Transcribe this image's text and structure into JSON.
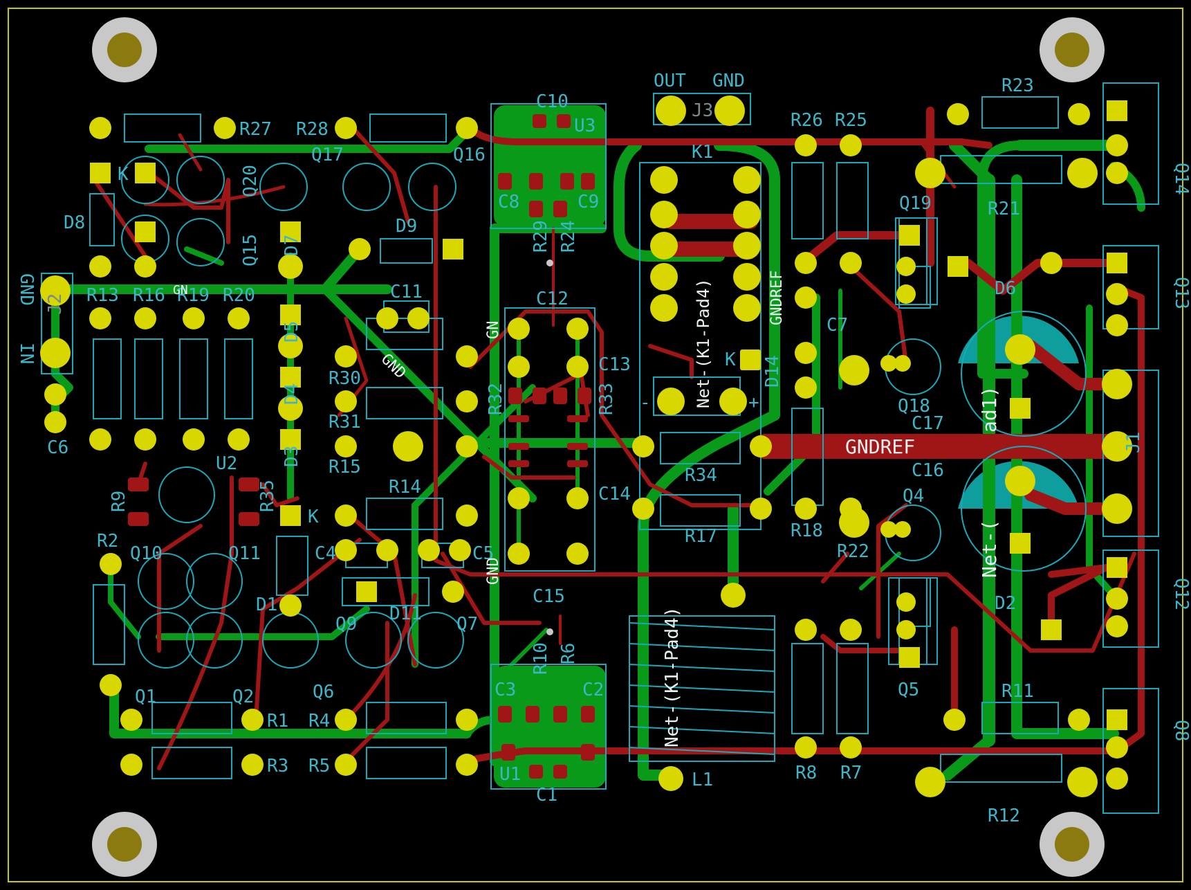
{
  "board": {
    "background": "#000000",
    "edge_color": "#c8c800",
    "colors": {
      "top_copper": "#a01616",
      "bottom_copper": "#0a9a1a",
      "silkscreen": "#1aa9b8",
      "pad": "#d8d800",
      "drill": "#8a7a10",
      "mounting_ring": "#c8c8c8",
      "zone": "#0f9e9e",
      "net_text": "#e8f0f0"
    },
    "icons": [
      "mounting-hole-icon",
      "pad-icon",
      "via-icon"
    ]
  },
  "connectors": {
    "j3": {
      "ref": "J3",
      "pin_out": "OUT",
      "pin_gnd": "GND"
    },
    "j2": {
      "ref": "J2",
      "pin_gnd": "GND",
      "pin_in": "IN"
    },
    "j1": {
      "ref": "J1"
    }
  },
  "labels": {
    "r27": "R27",
    "r28": "R28",
    "q17": "Q17",
    "q16": "Q16",
    "c10": "C10",
    "u3": "U3",
    "c8": "C8",
    "c9": "C9",
    "r29": "R29",
    "r24": "R24",
    "k1": "K1",
    "r26": "R26",
    "r25": "R25",
    "r23": "R23",
    "q14": "Q14",
    "r21": "R21",
    "q19": "Q19",
    "d8": "D8",
    "q20": "Q20",
    "q15": "Q15",
    "d7": "D7",
    "d9": "D9",
    "r13": "R13",
    "r16": "R16",
    "r19": "R19",
    "r20": "R20",
    "c11": "C11",
    "c12": "C12",
    "d6": "D6",
    "q13": "Q13",
    "c7": "C7",
    "d14": "D14",
    "q18": "Q18",
    "r30": "R30",
    "r31": "R31",
    "r15": "R15",
    "r32": "R32",
    "r33": "R33",
    "c13": "C13",
    "c17": "C17",
    "c16": "C16",
    "c6": "C6",
    "u2": "U2",
    "r9": "R9",
    "r35": "R35",
    "r34": "R34",
    "r14": "R14",
    "c14": "C14",
    "r17": "R17",
    "r18": "R18",
    "q4": "Q4",
    "r22": "R22",
    "r2": "R2",
    "q10": "Q10",
    "q11": "Q11",
    "c4": "C4",
    "c5": "C5",
    "d1": "D1",
    "d11": "D11",
    "c15": "C15",
    "d2": "D2",
    "q12": "Q12",
    "q9": "Q9",
    "q7": "Q7",
    "r10": "R10",
    "r6": "R6",
    "q5": "Q5",
    "q1": "Q1",
    "q2": "Q2",
    "q6": "Q6",
    "r1": "R1",
    "r4": "R4",
    "c3": "C3",
    "c2": "C2",
    "r11": "R11",
    "q8": "Q8",
    "r3": "R3",
    "r5": "R5",
    "u1": "U1",
    "c1": "C1",
    "l1": "L1",
    "r8": "R8",
    "r7": "R7",
    "r12": "R12",
    "d3": "D3",
    "d4": "D4",
    "d5": "D5"
  },
  "nets": {
    "gndref": "GNDREF",
    "net_k1_pad4": "Net-(K1-Pad4)",
    "net_short": "Net-(",
    "net_pad1": "ad1)",
    "gnd": "GND",
    "gnd_short": "GN"
  },
  "markers": {
    "k": "K",
    "plus": "+",
    "minus": "-"
  }
}
